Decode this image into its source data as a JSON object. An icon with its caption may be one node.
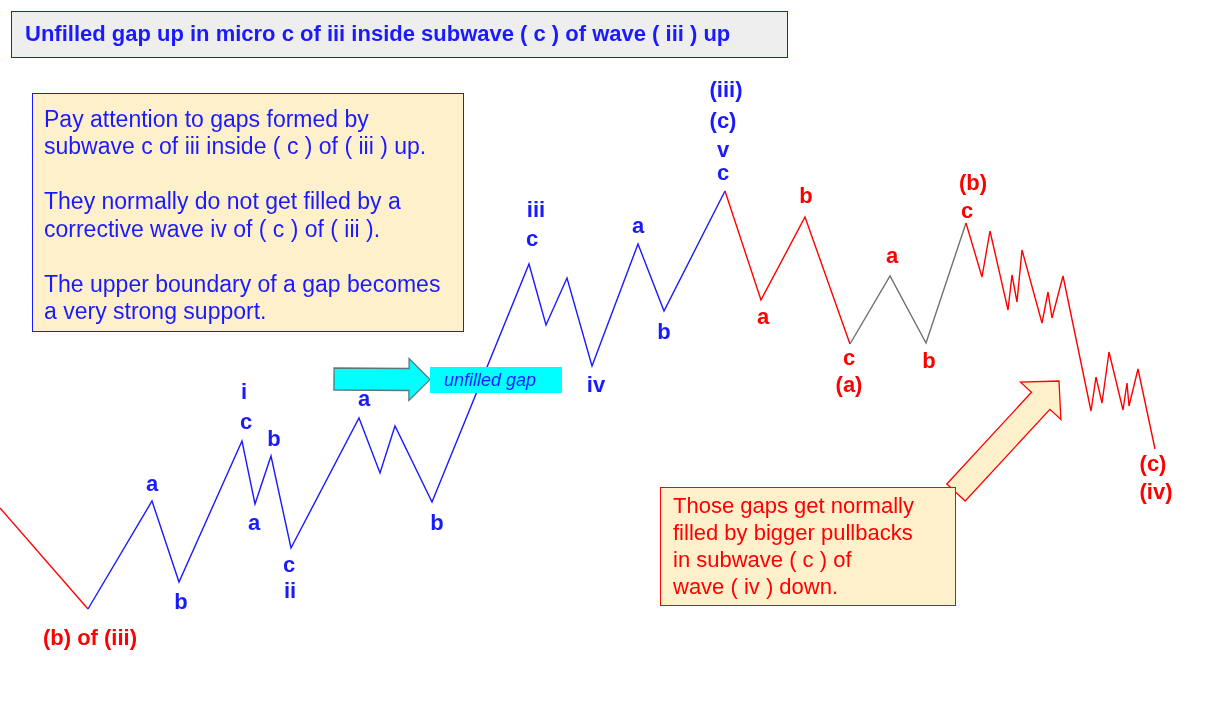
{
  "diagram": {
    "title": "Unfilled gap up in micro c of iii inside subwave ( c ) of wave ( iii ) up",
    "nodes": [
      {
        "text": [
          "Pay attention to gaps formed by subwave c of iii inside ( c ) of ( iii ) up.",
          "They normally do not get filled by a corrective wave iv of ( c ) of ( iii ).",
          "The upper boundary of a gap becomes a very strong support."
        ]
      },
      {
        "text": [
          "unfilled gap"
        ]
      },
      {
        "text": [
          "Those gaps get normally filled by bigger pullbacks in subwave ( c ) of wave ( iv ) down."
        ]
      }
    ],
    "edges": [
      {
        "from": null,
        "to": 1,
        "arrow": "to",
        "color": "#00ffff"
      },
      {
        "from": 2,
        "to": null,
        "arrow": "to",
        "color": "#fff0cc"
      }
    ],
    "labels": [
      "(b) of (iii)",
      "a",
      "b",
      "i",
      "c",
      "a",
      "b",
      "c",
      "ii",
      "a",
      "b",
      "iii",
      "c",
      "iv",
      "a",
      "b",
      "(iii)",
      "(c)",
      "v",
      "c",
      "a",
      "b",
      "c",
      "(a)",
      "a",
      "b",
      "(b)",
      "c",
      "(c)",
      "(iv)"
    ]
  }
}
